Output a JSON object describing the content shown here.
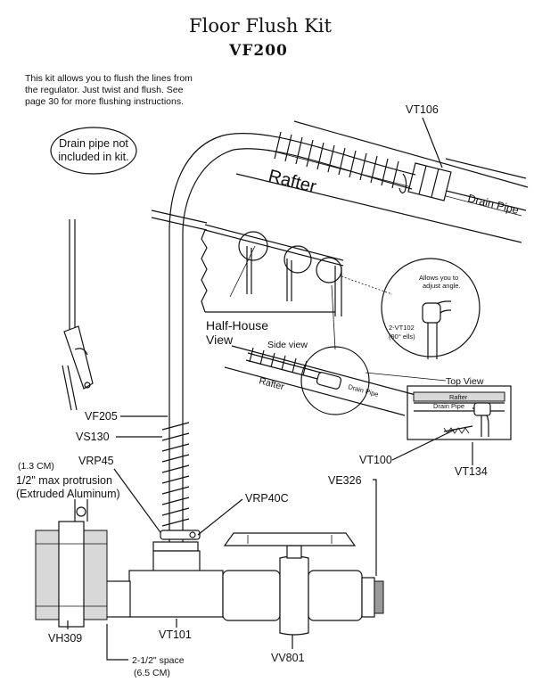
{
  "title": "Floor Flush Kit",
  "model": "VF200",
  "intro": [
    "This kit allows you to flush the lines from",
    "the regulator. Just twist and flush. See",
    "page 30 for more flushing instructions."
  ],
  "callout_note": [
    "Drain pipe not",
    "included in kit."
  ],
  "parts": {
    "vt106": "VT106",
    "vf205": "VF205",
    "vs130": "VS130",
    "vrp45": "VRP45",
    "vrp40c": "VRP40C",
    "ve326": "VE326",
    "vt100": "VT100",
    "vt134": "VT134",
    "vh309": "VH309",
    "vt101": "VT101",
    "vv801": "VV801"
  },
  "labels": {
    "rafter_main": "Rafter",
    "drain_pipe_main": "Drain Pipe",
    "half_house": "Half-House",
    "view": "View",
    "side_view": "Side view",
    "rafter_side": "Rafter",
    "drain_pipe_side": "Drain Pipe",
    "top_view": "Top View",
    "rafter_top": "Rafter",
    "drain_pipe_top": "Drain Pipe",
    "adjust_1": "Allows you to",
    "adjust_2": "adjust angle.",
    "vt102_1": "2-VT102",
    "vt102_2": "(90° ells)"
  },
  "dimensions": {
    "cm_note": "(1.3 CM)",
    "protrusion": "1/2\" max protrusion",
    "extruded": "(Extruded Aluminum)",
    "space": "2-1/2\" space",
    "space_cm": "(6.5 CM)"
  }
}
